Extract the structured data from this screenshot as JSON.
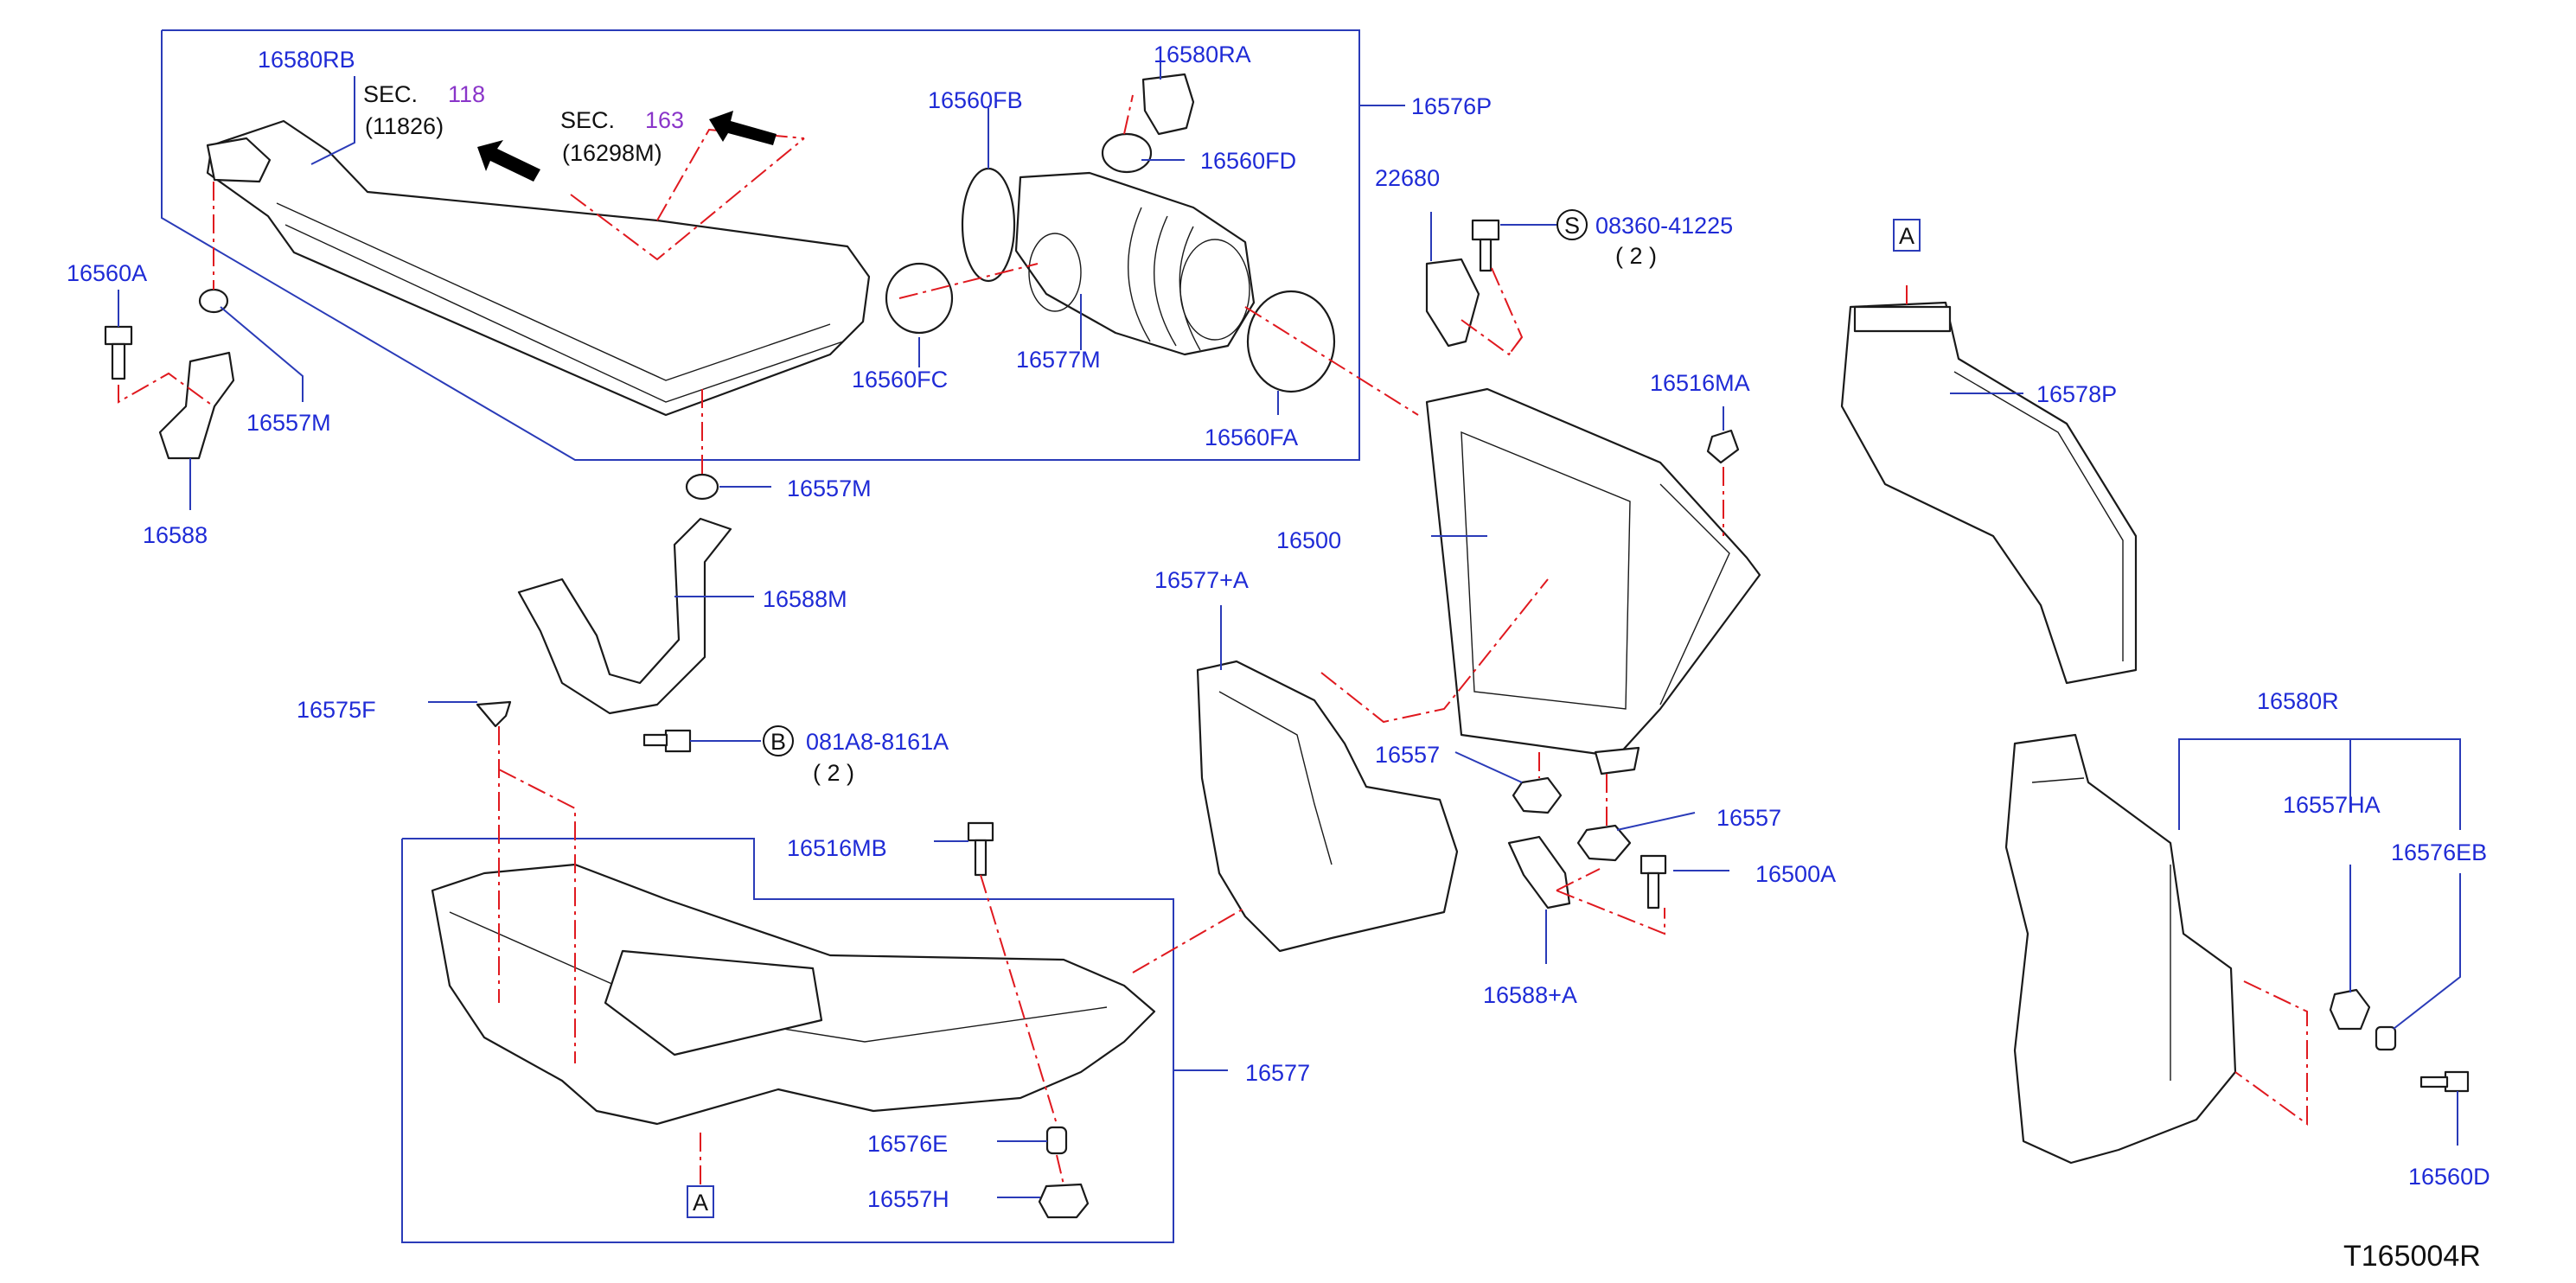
{
  "diagram_id": "T165004R",
  "sec_refs": [
    {
      "prefix": "SEC.",
      "num": "118",
      "code": "(11826)"
    },
    {
      "prefix": "SEC.",
      "num": "163",
      "code": "(16298M)"
    }
  ],
  "bolt_specs": [
    {
      "marker": "S",
      "part": "08360-41225",
      "qty": "( 2 )"
    },
    {
      "marker": "B",
      "part": "081A8-8161A",
      "qty": "( 2 )"
    }
  ],
  "ref_markers": [
    "A",
    "A"
  ],
  "labels": {
    "p16580RB": "16580RB",
    "p16580RA": "16580RA",
    "p16560FB": "16560FB",
    "p16560FD": "16560FD",
    "p16576P": "16576P",
    "p16560A": "16560A",
    "p16557M_a": "16557M",
    "p16588": "16588",
    "p16560FC": "16560FC",
    "p16577M": "16577M",
    "p16560FA": "16560FA",
    "p22680": "22680",
    "p16516MA": "16516MA",
    "p16578P": "16578P",
    "p16557M_b": "16557M",
    "p16588M": "16588M",
    "p16500": "16500",
    "p16577A": "16577+A",
    "p16575F": "16575F",
    "p16557_a": "16557",
    "p16557_b": "16557",
    "p16500A": "16500A",
    "p16516MB": "16516MB",
    "p16588A": "16588+A",
    "p16577": "16577",
    "p16576E": "16576E",
    "p16557H": "16557H",
    "p16580R": "16580R",
    "p16557HA": "16557HA",
    "p16576EB": "16576EB",
    "p16560D": "16560D"
  }
}
